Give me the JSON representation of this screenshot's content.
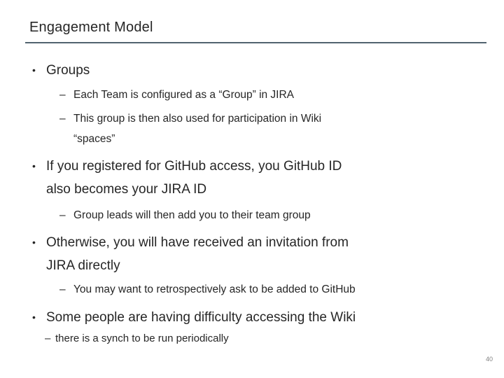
{
  "slide": {
    "title": "Engagement Model",
    "page_number": "40",
    "markers": {
      "level1": "•",
      "level2": "–"
    },
    "colors": {
      "text": "#262626",
      "rule": "#51636f",
      "page_number": "#808080",
      "background": "#ffffff"
    },
    "bullets": [
      {
        "level": 1,
        "text": "Groups"
      },
      {
        "level": 2,
        "text": "Each Team is configured as a “Group” in JIRA"
      },
      {
        "level": 2,
        "text": "This group is then also used for participation in Wiki\n“spaces”"
      },
      {
        "level": 1,
        "text": "If you registered for GitHub access, you GitHub ID\nalso becomes your JIRA ID"
      },
      {
        "level": 2,
        "text": "Group leads will then add you to their team group"
      },
      {
        "level": 1,
        "text": "Otherwise, you will have received an invitation from\nJIRA directly"
      },
      {
        "level": 2,
        "text": "You may want to retrospectively ask to be added to GitHub"
      },
      {
        "level": 1,
        "text": "Some people are having difficulty accessing the Wiki"
      },
      {
        "level": 2,
        "text": "there is a synch to be run periodically"
      }
    ]
  }
}
